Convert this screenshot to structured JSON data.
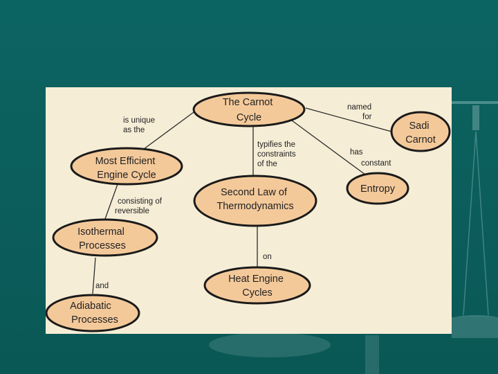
{
  "nodes": {
    "carnot": [
      "The Carnot",
      "Cycle"
    ],
    "sadi": [
      "Sadi",
      "Carnot"
    ],
    "efficient": [
      "Most Efficient",
      "Engine Cycle"
    ],
    "second_law": [
      "Second Law of",
      "Thermodynamics"
    ],
    "entropy": [
      "Entropy"
    ],
    "isothermal": [
      "Isothermal",
      "Processes"
    ],
    "heat_engine": [
      "Heat Engine",
      "Cycles"
    ],
    "adiabatic": [
      "Adiabatic",
      "Processes"
    ]
  },
  "links": {
    "unique": [
      "is unique",
      "as the"
    ],
    "named": [
      "named",
      "for"
    ],
    "typifies": [
      "typifies the",
      "constraints",
      "of the"
    ],
    "has_constant": [
      "has",
      "constant"
    ],
    "consisting": [
      "consisting of",
      "reversible"
    ],
    "on": [
      "on"
    ],
    "and": [
      "and"
    ]
  },
  "colors": {
    "slide_background": "#0b5e5c",
    "map_background": "#f6edd6",
    "node_fill": "#f4c99a",
    "node_outline": "#1a1a1a"
  }
}
